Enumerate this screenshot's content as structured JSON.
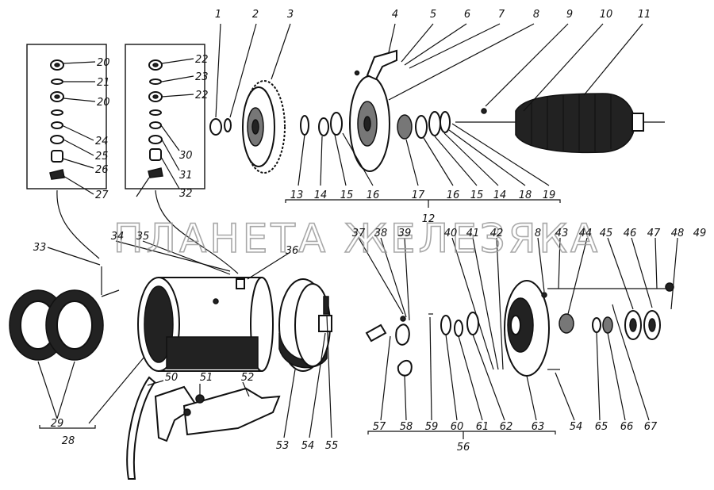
{
  "watermark": "ПЛАНЕТА ЖЕЛЕЗЯКА",
  "callouts": [
    {
      "id": "1",
      "text": "1"
    },
    {
      "id": "2",
      "text": "2"
    },
    {
      "id": "3",
      "text": "3"
    },
    {
      "id": "4",
      "text": "4"
    },
    {
      "id": "5",
      "text": "5"
    },
    {
      "id": "6",
      "text": "6"
    },
    {
      "id": "7",
      "text": "7"
    },
    {
      "id": "8a",
      "text": "8"
    },
    {
      "id": "9",
      "text": "9"
    },
    {
      "id": "10",
      "text": "10"
    },
    {
      "id": "11",
      "text": "11"
    },
    {
      "id": "12",
      "text": "12"
    },
    {
      "id": "13",
      "text": "13"
    },
    {
      "id": "14a",
      "text": "14"
    },
    {
      "id": "15a",
      "text": "15"
    },
    {
      "id": "16a",
      "text": "16"
    },
    {
      "id": "17",
      "text": "17"
    },
    {
      "id": "16b",
      "text": "16"
    },
    {
      "id": "15b",
      "text": "15"
    },
    {
      "id": "14b",
      "text": "14"
    },
    {
      "id": "18",
      "text": "18"
    },
    {
      "id": "19",
      "text": "19"
    },
    {
      "id": "20a",
      "text": "20"
    },
    {
      "id": "21",
      "text": "21"
    },
    {
      "id": "20b",
      "text": "20"
    },
    {
      "id": "24",
      "text": "24"
    },
    {
      "id": "25",
      "text": "25"
    },
    {
      "id": "26",
      "text": "26"
    },
    {
      "id": "27",
      "text": "27"
    },
    {
      "id": "22a",
      "text": "22"
    },
    {
      "id": "23",
      "text": "23"
    },
    {
      "id": "22b",
      "text": "22"
    },
    {
      "id": "30",
      "text": "30"
    },
    {
      "id": "31",
      "text": "31"
    },
    {
      "id": "32",
      "text": "32"
    },
    {
      "id": "33",
      "text": "33"
    },
    {
      "id": "34",
      "text": "34"
    },
    {
      "id": "35",
      "text": "35"
    },
    {
      "id": "36",
      "text": "36"
    },
    {
      "id": "37",
      "text": "37"
    },
    {
      "id": "38",
      "text": "38"
    },
    {
      "id": "39",
      "text": "39"
    },
    {
      "id": "40",
      "text": "40"
    },
    {
      "id": "41",
      "text": "41"
    },
    {
      "id": "42",
      "text": "42"
    },
    {
      "id": "8b",
      "text": "8"
    },
    {
      "id": "43",
      "text": "43"
    },
    {
      "id": "44",
      "text": "44"
    },
    {
      "id": "45",
      "text": "45"
    },
    {
      "id": "46",
      "text": "46"
    },
    {
      "id": "47",
      "text": "47"
    },
    {
      "id": "48",
      "text": "48"
    },
    {
      "id": "49",
      "text": "49"
    },
    {
      "id": "29",
      "text": "29"
    },
    {
      "id": "28",
      "text": "28"
    },
    {
      "id": "50",
      "text": "50"
    },
    {
      "id": "51",
      "text": "51"
    },
    {
      "id": "52",
      "text": "52"
    },
    {
      "id": "53",
      "text": "53"
    },
    {
      "id": "54a",
      "text": "54"
    },
    {
      "id": "55",
      "text": "55"
    },
    {
      "id": "57",
      "text": "57"
    },
    {
      "id": "58",
      "text": "58"
    },
    {
      "id": "59",
      "text": "59"
    },
    {
      "id": "60",
      "text": "60"
    },
    {
      "id": "61",
      "text": "61"
    },
    {
      "id": "62",
      "text": "62"
    },
    {
      "id": "63",
      "text": "63"
    },
    {
      "id": "54b",
      "text": "54"
    },
    {
      "id": "65",
      "text": "65"
    },
    {
      "id": "66",
      "text": "66"
    },
    {
      "id": "67",
      "text": "67"
    },
    {
      "id": "56",
      "text": "56"
    }
  ]
}
